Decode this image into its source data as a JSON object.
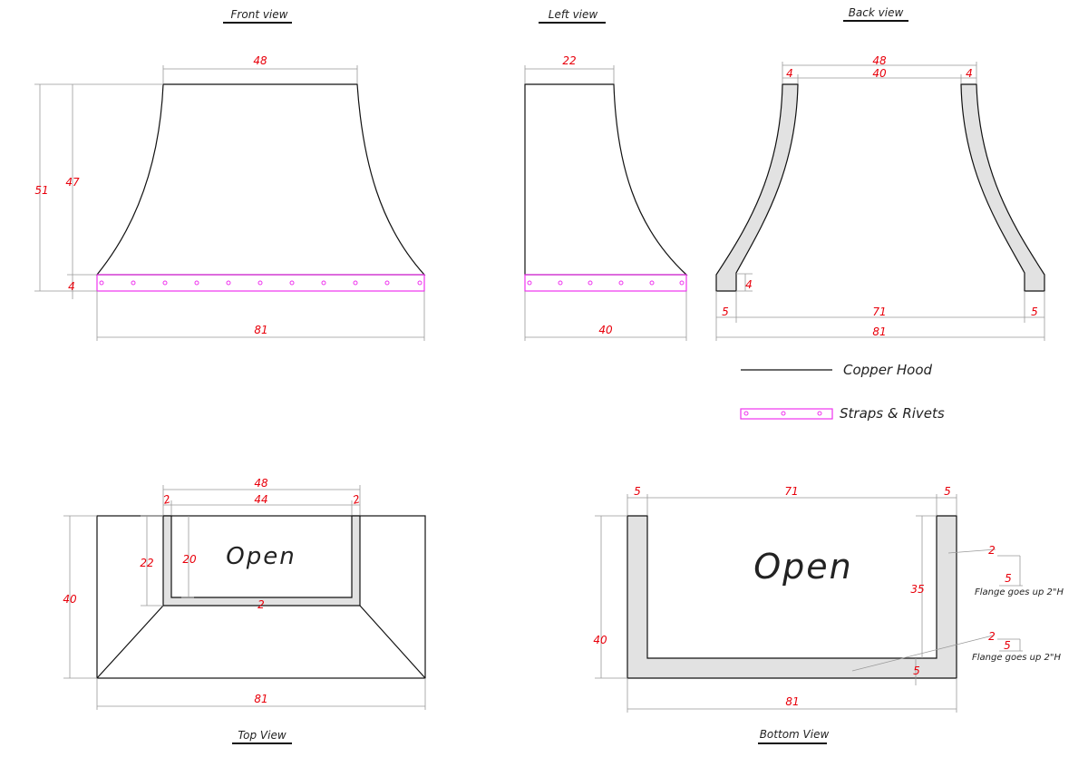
{
  "views": {
    "front": "Front view",
    "left": "Left view",
    "back": "Back view",
    "top": "Top View",
    "bottom": "Bottom View"
  },
  "dims": {
    "front": {
      "top": "48",
      "bottom": "81",
      "total_h": "51",
      "body_h": "47",
      "strap_h": "4"
    },
    "left": {
      "top": "22",
      "bottom": "40"
    },
    "back": {
      "top_outer": "48",
      "top_inner": "40",
      "wall_l": "4",
      "wall_r": "4",
      "leg_l": "5",
      "leg_r": "5",
      "inner": "71",
      "total": "81",
      "strap": "4"
    },
    "top": {
      "outer": "48",
      "inner": "44",
      "wall_l": "2",
      "wall_r": "2",
      "wall_b": "2",
      "depth_outer": "22",
      "depth_inner": "20",
      "height": "40",
      "width": "81"
    },
    "bottom": {
      "leg_l": "5",
      "inner": "71",
      "leg_r": "5",
      "height": "40",
      "inner_h": "35",
      "bottom_wall": "5",
      "width": "81"
    }
  },
  "legend": {
    "copper": "Copper Hood",
    "straps": "Straps & Rivets"
  },
  "open_label": "Open",
  "flange": {
    "a_dim1": "2",
    "a_dim2": "5",
    "a_note": "Flange goes up 2\"H",
    "b_dim1": "2",
    "b_dim2": "5",
    "b_note": "Flange goes up 2\"H"
  },
  "colors": {
    "dimension": "#e8000b",
    "strap": "#ee33ee",
    "fill": "#e2e2e2",
    "outline": "#111111"
  }
}
